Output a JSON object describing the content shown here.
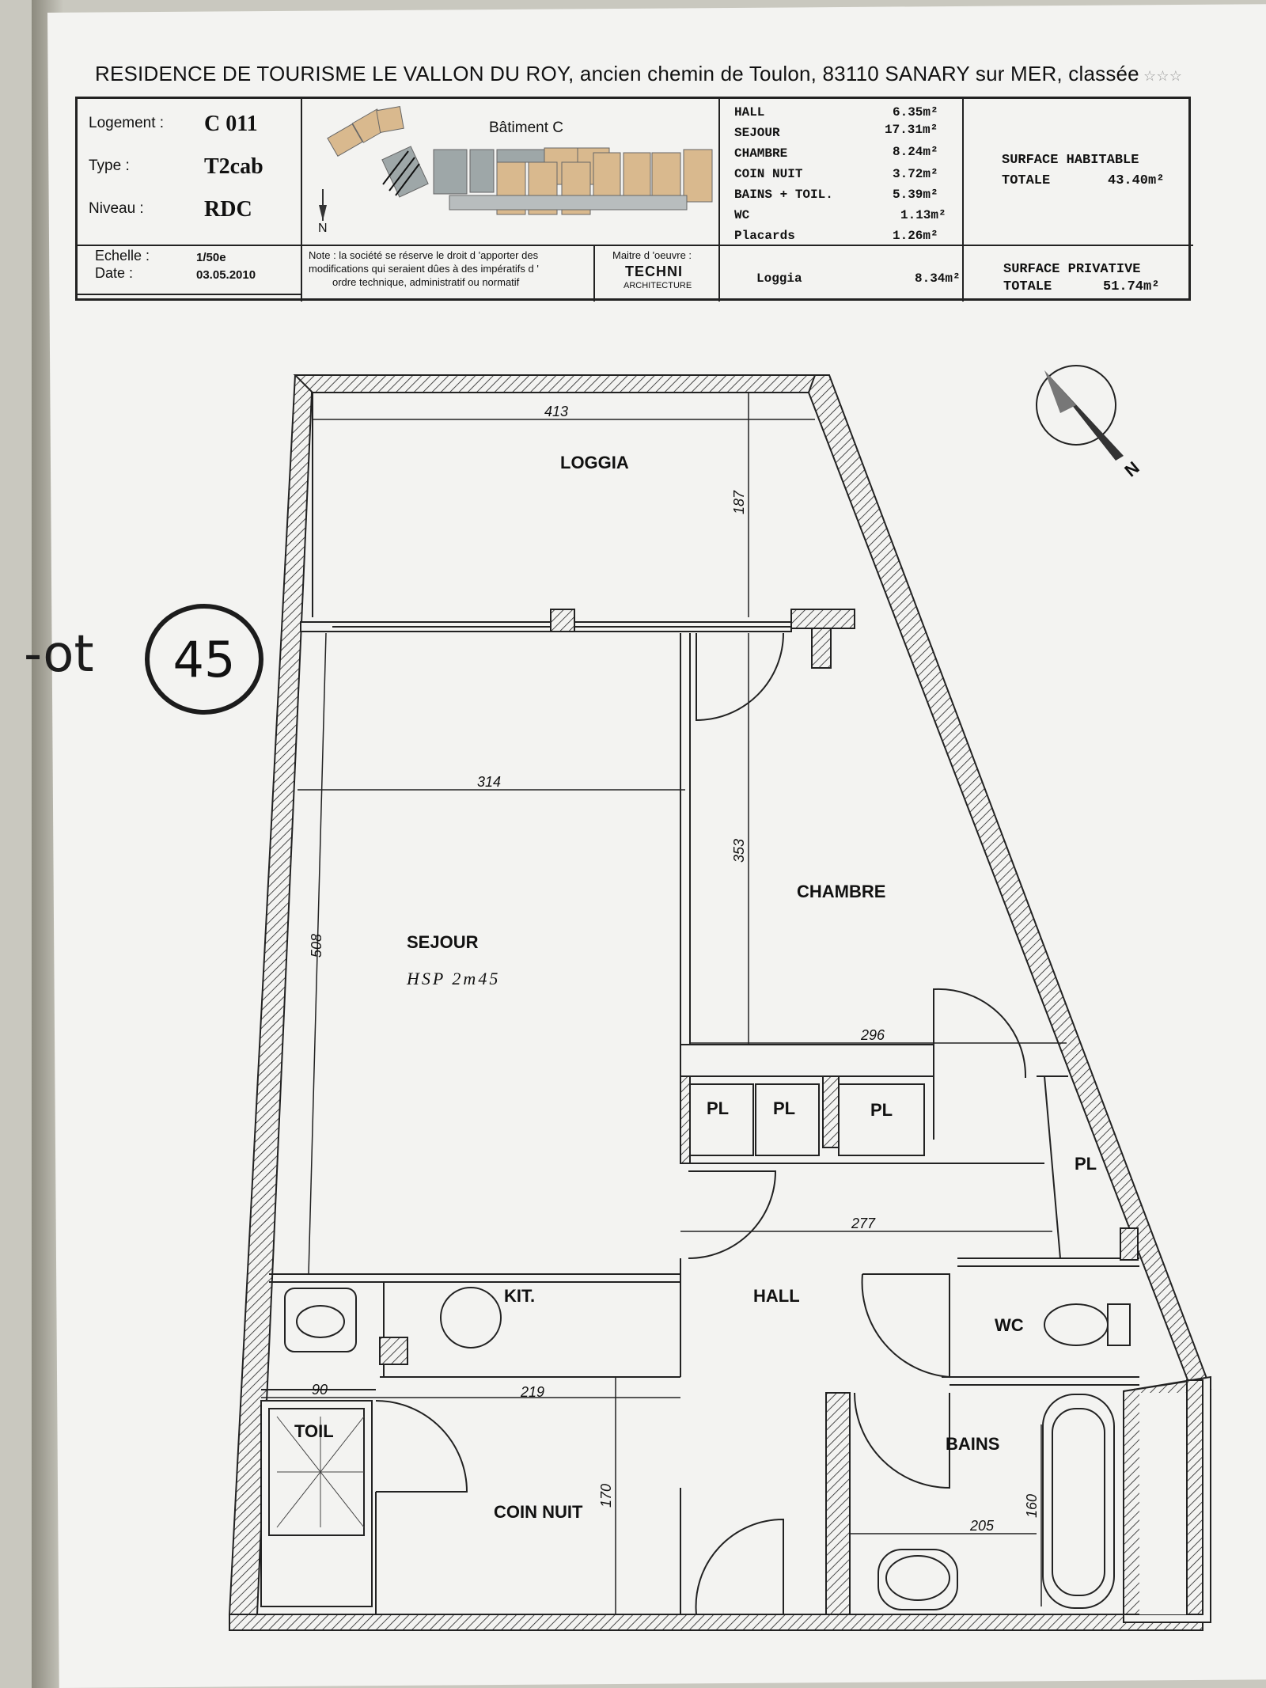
{
  "header": {
    "title": "RESIDENCE DE TOURISME  LE VALLON DU ROY, ancien chemin de Toulon, 83110 SANARY sur MER, classée"
  },
  "titleblock": {
    "logement_label": "Logement :",
    "logement_value": "C 011",
    "type_label": "Type :",
    "type_value": "T2cab",
    "niveau_label": "Niveau :",
    "niveau_value": "RDC",
    "batiment": "Bâtiment C",
    "north": "N",
    "echelle_label": "Echelle :",
    "echelle_value": "1/50e",
    "date_label": "Date :",
    "date_value": "03.05.2010",
    "note_1": "Note : la société se réserve le droit d 'apporter des",
    "note_2": "modifications qui seraient dûes à des impératifs d '",
    "note_3": "ordre technique, administratif ou normatif",
    "maitre_label": "Maitre d 'oeuvre :",
    "maitre_name": "TECHNI",
    "maitre_sub": "ARCHITECTURE",
    "surfaces": [
      {
        "room": "HALL",
        "area": "6.35m²"
      },
      {
        "room": "SEJOUR",
        "area": "17.31m²"
      },
      {
        "room": "CHAMBRE",
        "area": "8.24m²"
      },
      {
        "room": "COIN NUIT",
        "area": "3.72m²"
      },
      {
        "room": "BAINS + TOIL.",
        "area": "5.39m²"
      },
      {
        "room": "WC",
        "area": "1.13m²"
      },
      {
        "room": "Placards",
        "area": "1.26m²"
      }
    ],
    "loggia_label": "Loggia",
    "loggia_area": "8.34m²",
    "habitable_label_1": "SURFACE HABITABLE",
    "habitable_label_2": "TOTALE",
    "habitable_value": "43.40m²",
    "privative_label_1": "SURFACE PRIVATIVE",
    "privative_label_2": "TOTALE",
    "privative_value": "51.74m²"
  },
  "annotation": {
    "lot_prefix": "-ot",
    "lot_number": "45"
  },
  "plan": {
    "compass": "N",
    "rooms": {
      "loggia": "LOGGIA",
      "chambre": "CHAMBRE",
      "sejour": "SEJOUR",
      "hsp": "HSP 2m45",
      "pl": "PL",
      "kit": "KIT.",
      "hall": "HALL",
      "wc": "WC",
      "toil": "TOIL",
      "coin_nuit": "COIN NUIT",
      "bains": "BAINS"
    },
    "dims": {
      "d413": "413",
      "d187": "187",
      "d314": "314",
      "d353": "353",
      "d508": "508",
      "d296": "296",
      "d277": "277",
      "d90": "90",
      "d219": "219",
      "d170": "170",
      "d205": "205",
      "d160": "160"
    }
  }
}
